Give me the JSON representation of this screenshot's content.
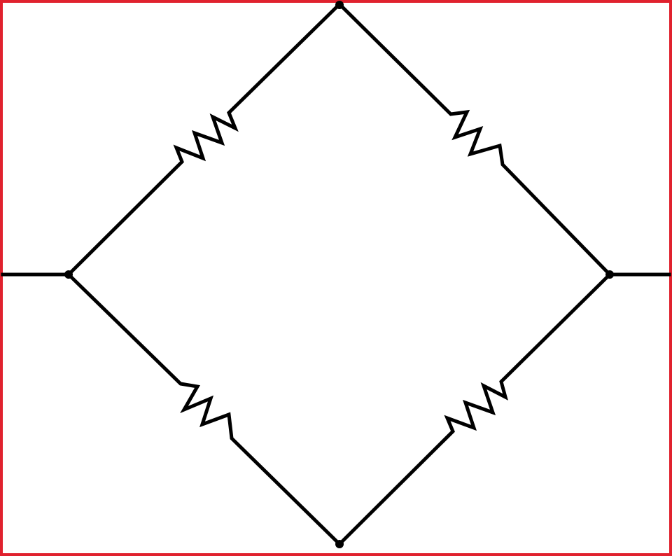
{
  "diagram": {
    "type": "wheatstone-bridge",
    "components": [
      {
        "id": "R1",
        "kind": "resistor",
        "edge": "left-top"
      },
      {
        "id": "R2",
        "kind": "resistor",
        "edge": "top-right"
      },
      {
        "id": "R3",
        "kind": "resistor",
        "edge": "left-bottom"
      },
      {
        "id": "R4",
        "kind": "resistor",
        "edge": "bottom-right"
      }
    ],
    "nodes": [
      "left",
      "top",
      "right",
      "bottom"
    ],
    "terminals": [
      "left-lead",
      "right-lead"
    ]
  },
  "colors": {
    "wire": "#000000",
    "frame": "#e0212e",
    "background": "#ffffff"
  }
}
